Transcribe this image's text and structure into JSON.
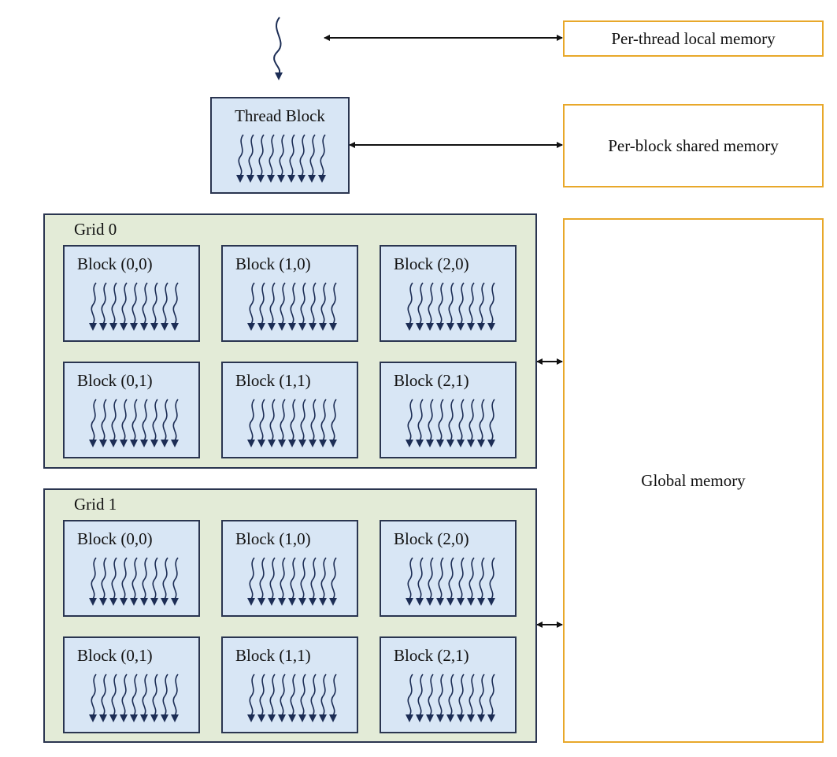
{
  "memory": {
    "local": "Per-thread local memory",
    "shared": "Per-block shared memory",
    "global": "Global memory"
  },
  "thread_block": {
    "label": "Thread Block"
  },
  "grids": [
    {
      "label": "Grid 0",
      "blocks": [
        "Block (0,0)",
        "Block (1,0)",
        "Block (2,0)",
        "Block (0,1)",
        "Block (1,1)",
        "Block (2,1)"
      ]
    },
    {
      "label": "Grid 1",
      "blocks": [
        "Block (0,0)",
        "Block (1,0)",
        "Block (2,0)",
        "Block (0,1)",
        "Block (1,1)",
        "Block (2,1)"
      ]
    }
  ],
  "colors": {
    "memory_border": "#e8a82a",
    "grid_fill": "#e3ebd7",
    "block_fill": "#d8e6f5",
    "thread_color": "#1c2d55"
  }
}
